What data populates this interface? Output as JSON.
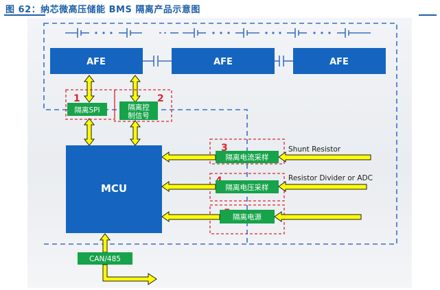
{
  "header": {
    "title": "图 62：纳芯微高压储能 BMS 隔离产品示意图"
  },
  "diagram": {
    "afe_blocks": [
      "AFE",
      "AFE",
      "AFE"
    ],
    "mcu": "MCU",
    "can_label": "CAN/485",
    "isolators": [
      {
        "number": "1",
        "label": "隔离SPI"
      },
      {
        "number": "2",
        "label_line1": "隔离控",
        "label_line2": "制信号"
      },
      {
        "number": "3",
        "label": "隔离电流采样"
      },
      {
        "number": "4",
        "label": "隔离电压采样"
      },
      {
        "number": "5",
        "label": "隔离电源"
      }
    ],
    "side_labels": {
      "shunt": "Shunt Resistor",
      "divider": "Resistor Divider or ADC"
    },
    "colors": {
      "afe_blue": "#1565c0",
      "mcu_blue": "#1565c0",
      "iso_green": "#16a34a",
      "arrow_yellow": "#ffff00",
      "arrow_outline": "#1a1a1a",
      "dashed_blue": "#3b6fc4",
      "dashed_red": "#d9262c",
      "number_red": "#d9262c",
      "backdrop": "#ebeef2"
    }
  }
}
